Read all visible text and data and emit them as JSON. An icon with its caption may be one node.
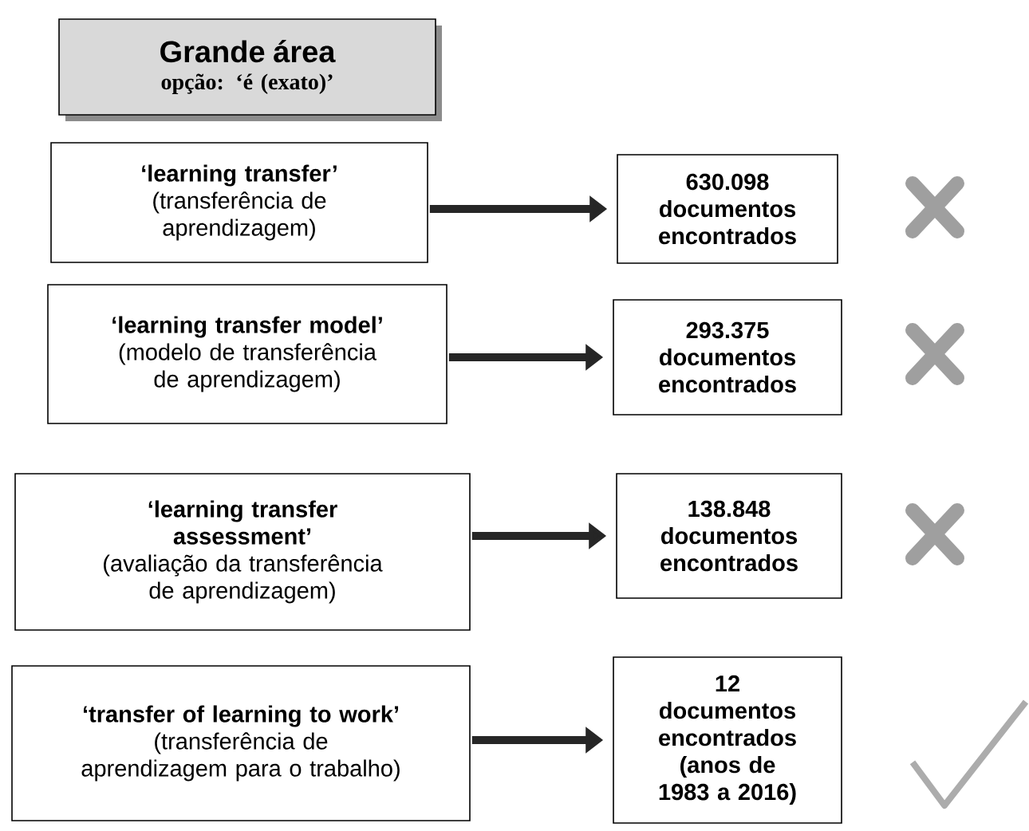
{
  "diagram": {
    "nodes": [
      {
        "text": [
          "Grande área",
          "opção: ‘é (exato)’"
        ]
      },
      {
        "text": [
          "‘learning transfer’",
          "(transferência de aprendizagem)"
        ]
      },
      {
        "text": [
          "630.098 documentos encontrados"
        ]
      },
      {
        "text": [
          "‘learning transfer model’",
          "(modelo de transferência de aprendizagem)"
        ]
      },
      {
        "text": [
          "293.375 documentos encontrados"
        ]
      },
      {
        "text": [
          "‘learning transfer assessment’",
          "(avaliação da transferência de aprendizagem)"
        ]
      },
      {
        "text": [
          "138.848 documentos encontrados"
        ]
      },
      {
        "text": [
          "‘transfer of learning to work’",
          "(transferência de aprendizagem para o trabalho)"
        ]
      },
      {
        "text": [
          "12 documentos encontrados (anos de 1983 a 2016)"
        ]
      }
    ],
    "edges": [
      {
        "from": 1,
        "to": 2,
        "arrow": "to"
      },
      {
        "from": 3,
        "to": 4,
        "arrow": "to"
      },
      {
        "from": 5,
        "to": 6,
        "arrow": "to"
      },
      {
        "from": 7,
        "to": 8,
        "arrow": "to"
      }
    ]
  }
}
